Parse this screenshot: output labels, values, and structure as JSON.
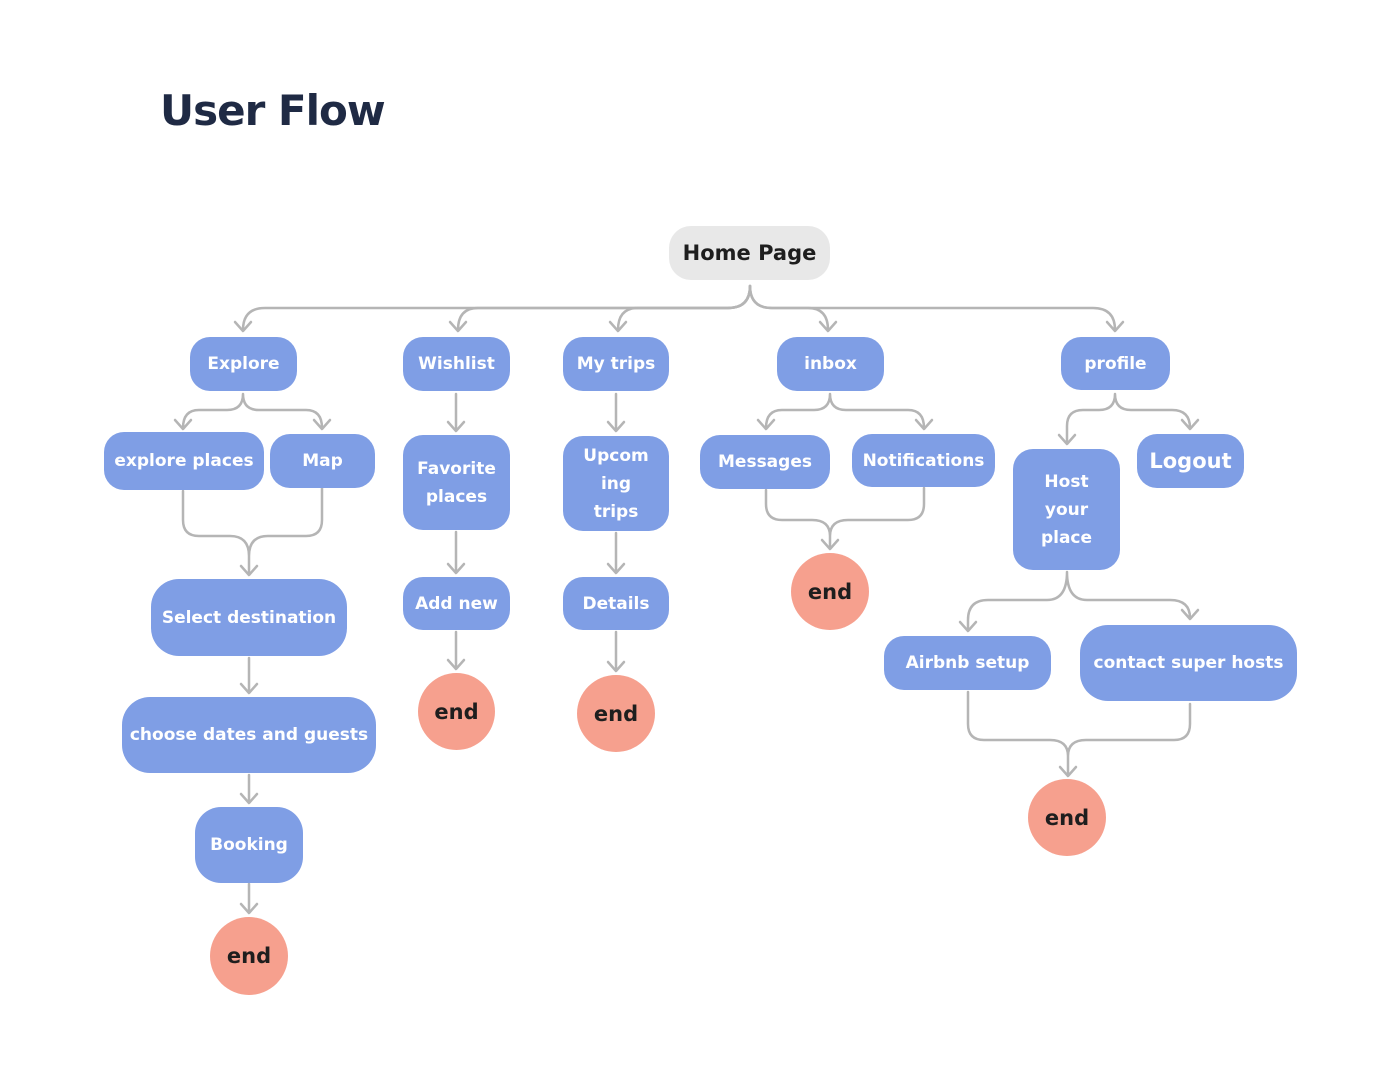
{
  "title": "User Flow",
  "colors": {
    "root": "#e8e8e8",
    "step": "#7f9ee5",
    "end": "#f6a08e",
    "connector": "#b5b5b5",
    "title": "#1f2a44"
  },
  "nodes": {
    "home": "Home Page",
    "explore": "Explore",
    "explore_places": "explore places",
    "map": "Map",
    "select_destination": "Select destination",
    "choose_dates": "choose dates and guests",
    "booking": "Booking",
    "wishlist": "Wishlist",
    "favorite_places": "Favorite places",
    "add_new": "Add new",
    "my_trips": "My trips",
    "upcoming_trips": "Upcom ing trips",
    "details": "Details",
    "inbox": "inbox",
    "messages": "Messages",
    "notifications": "Notifications",
    "profile": "profile",
    "logout": "Logout",
    "host_place": "Host your place",
    "airbnb_setup": "Airbnb setup",
    "contact_super_hosts": "contact super hosts",
    "end_label": "end"
  }
}
